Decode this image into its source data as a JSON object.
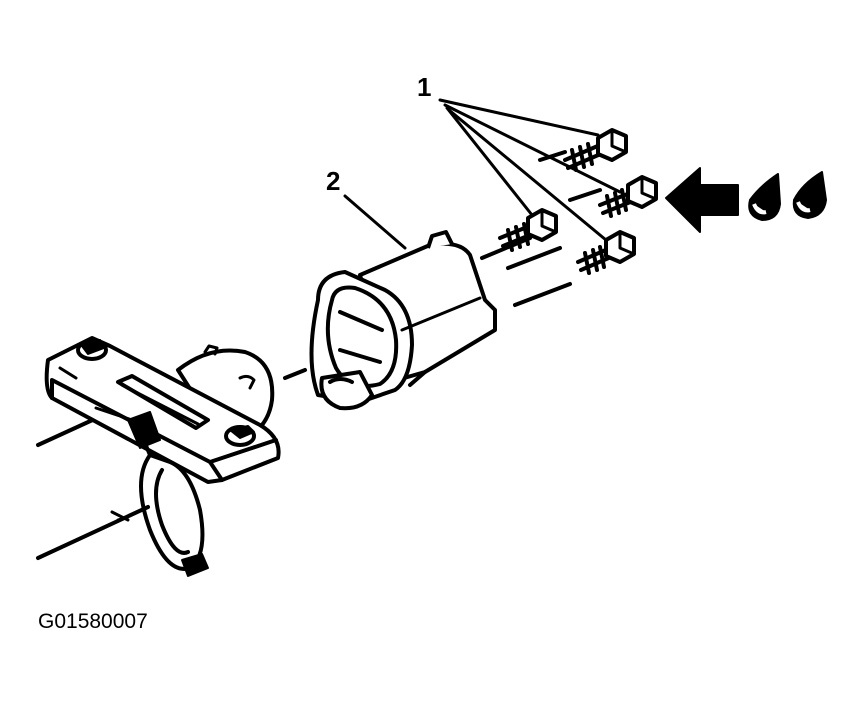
{
  "callouts": {
    "bolts": "1",
    "housing": "2"
  },
  "figure_id": "G01580007",
  "colors": {
    "ink": "#000000",
    "paper": "#ffffff"
  },
  "icons": {
    "arrow": "arrow-left-icon",
    "drops": "fluid-drops-icon"
  }
}
